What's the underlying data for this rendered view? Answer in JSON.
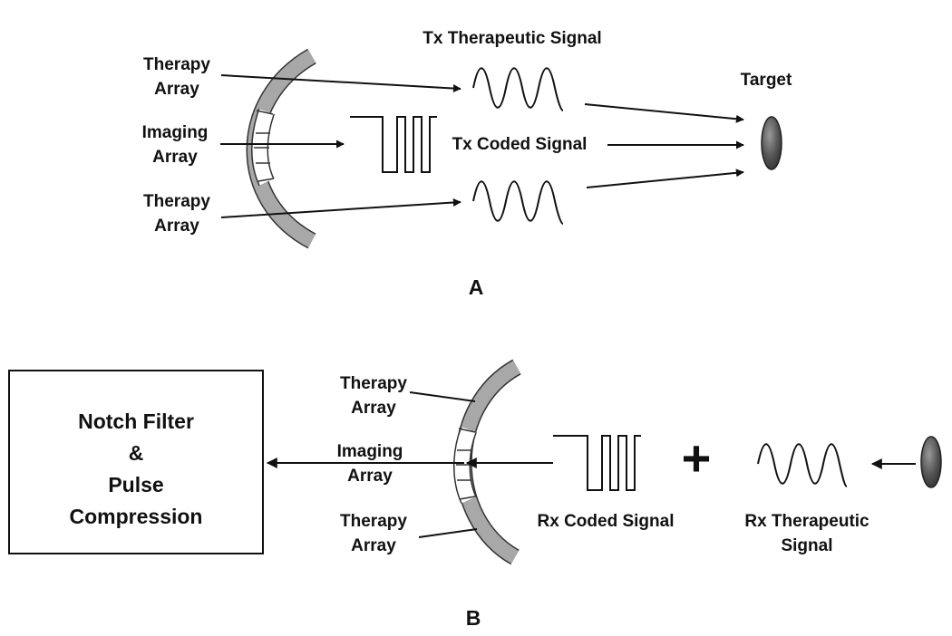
{
  "panel_a": {
    "therapy_array_top": [
      "Therapy",
      "Array"
    ],
    "imaging_array": [
      "Imaging",
      "Array"
    ],
    "therapy_array_bottom": [
      "Therapy",
      "Array"
    ],
    "tx_therapeutic_signal": "Tx Therapeutic Signal",
    "tx_coded_signal": "Tx Coded Signal",
    "target": "Target",
    "caption": "A"
  },
  "panel_b": {
    "box_lines": [
      "Notch Filter",
      "&",
      "Pulse",
      "Compression"
    ],
    "therapy_array_top": [
      "Therapy",
      "Array"
    ],
    "imaging_array": [
      "Imaging",
      "Array"
    ],
    "therapy_array_bottom": [
      "Therapy",
      "Array"
    ],
    "plus_sign": "+",
    "rx_coded_signal": "Rx Coded Signal",
    "rx_therapeutic_signal": [
      "Rx Therapeutic",
      "Signal"
    ],
    "caption": "B"
  },
  "colors": {
    "array_gray": "#a8a8a8",
    "target_dark": "#555555",
    "line": "#111111"
  }
}
